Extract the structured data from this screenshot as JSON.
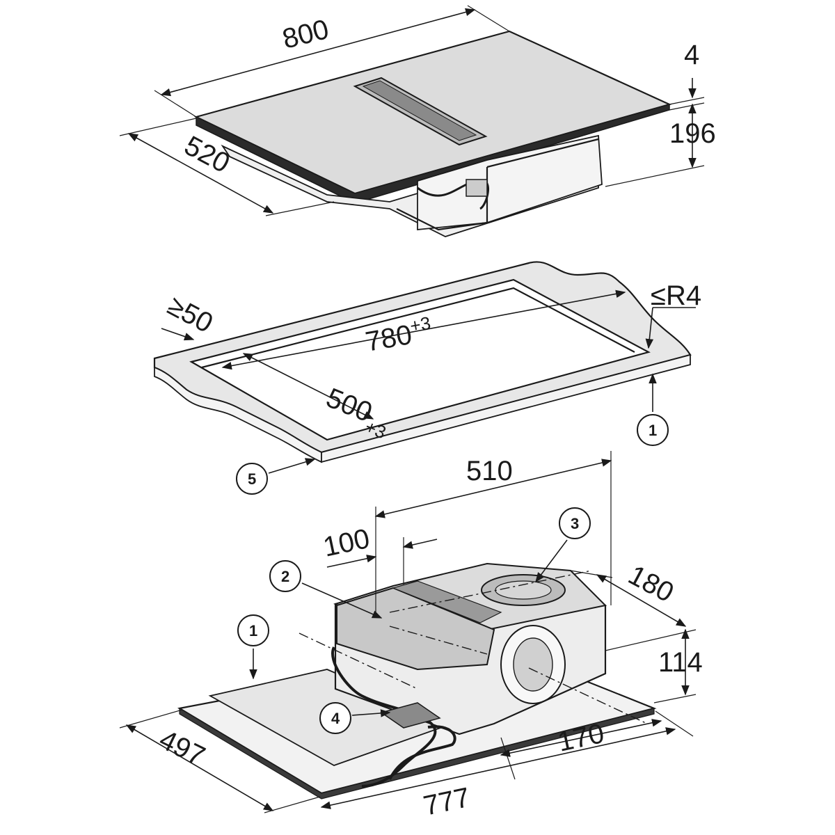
{
  "figure": {
    "hob_dimensions": {
      "width": "800",
      "depth": "520",
      "glass_thickness": "4",
      "height_below_glass": "196"
    },
    "cutout_dimensions": {
      "min_distance": "≥50",
      "max_radius": "≤R4",
      "cutout_width": "780",
      "cutout_width_tolerance": "+3",
      "cutout_depth": "500",
      "cutout_depth_tolerance": "+3"
    },
    "fan_unit_dimensions": {
      "overall_length": "510",
      "offset": "100",
      "depth": "180",
      "height": "114",
      "outlet_offset": "170",
      "hob_depth": "497",
      "hob_width": "777"
    },
    "callouts": {
      "c1_top": "1",
      "c1_bottom": "1",
      "c2": "2",
      "c3": "3",
      "c4": "4",
      "c5": "5"
    }
  }
}
